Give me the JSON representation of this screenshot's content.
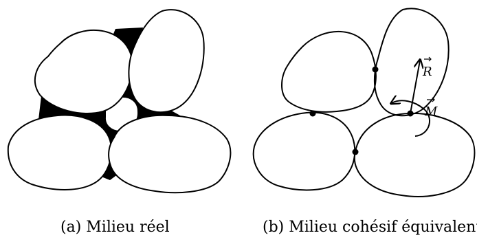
{
  "captions": {
    "a": "(a)  Milieu réel",
    "b": "(b)  Milieu cohésif équivalent"
  },
  "labels": {
    "resultant": "R",
    "moment": "M"
  },
  "colors": {
    "ink": "#000000",
    "paper": "#ffffff"
  }
}
